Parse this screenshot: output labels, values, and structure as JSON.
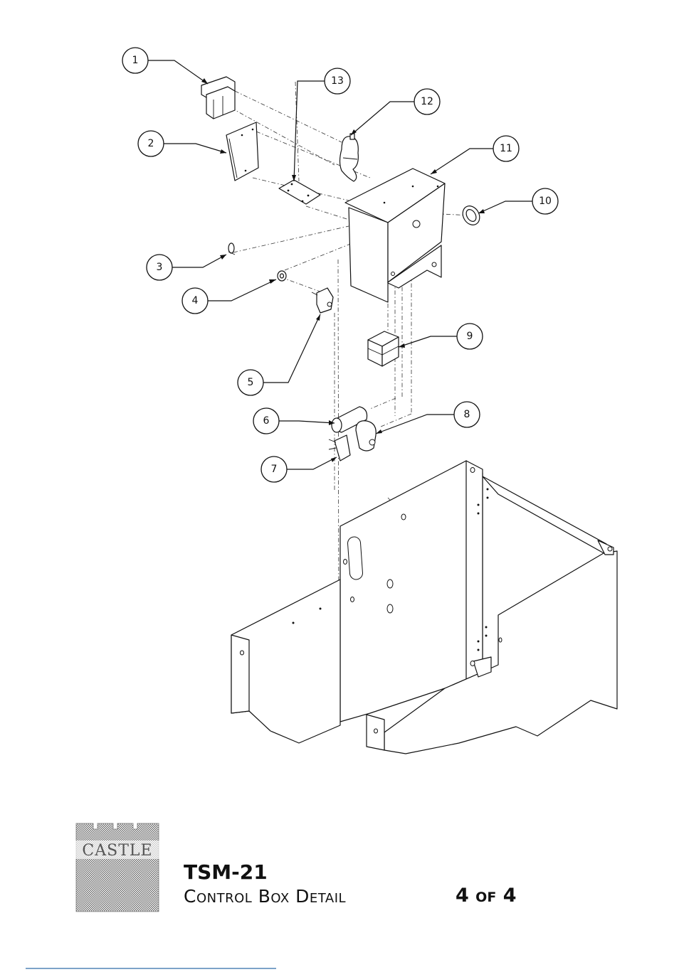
{
  "callouts": [
    {
      "label": "1"
    },
    {
      "label": "2"
    },
    {
      "label": "3"
    },
    {
      "label": "4"
    },
    {
      "label": "5"
    },
    {
      "label": "6"
    },
    {
      "label": "7"
    },
    {
      "label": "8"
    },
    {
      "label": "9"
    },
    {
      "label": "10"
    },
    {
      "label": "11"
    },
    {
      "label": "12"
    },
    {
      "label": "13"
    }
  ],
  "title_block": {
    "logo_text": "CASTLE",
    "model": "TSM-21",
    "subtitle": "Control Box Detail",
    "sheet": "4 of 4"
  }
}
